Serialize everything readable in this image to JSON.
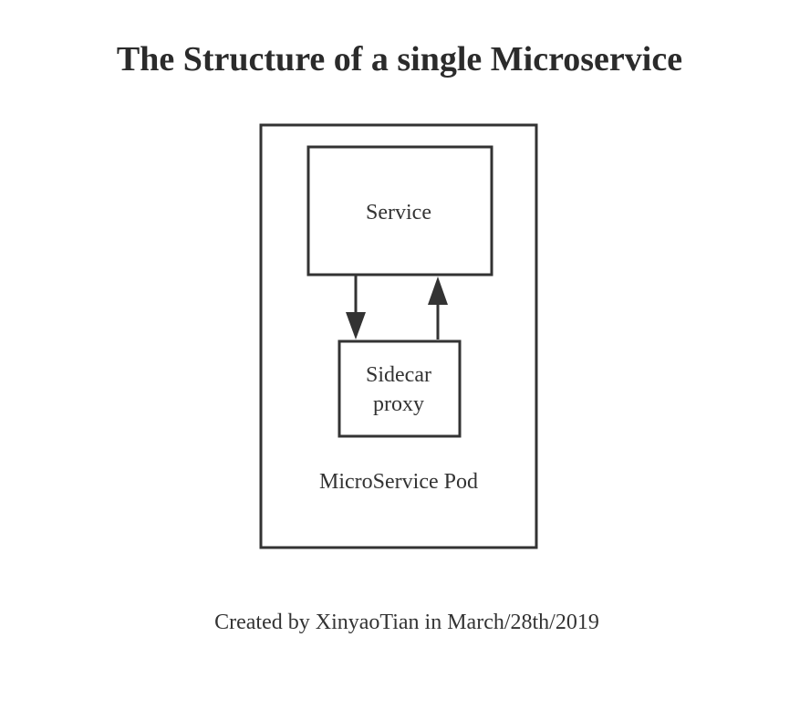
{
  "title": "The Structure of a single Microservice",
  "diagram": {
    "service_label": "Service",
    "sidecar_label_line1": "Sidecar",
    "sidecar_label_line2": "proxy",
    "pod_label": "MicroService Pod"
  },
  "caption": "Created by XinyaoTian in March/28th/2019",
  "colors": {
    "stroke": "#333333",
    "background": "#ffffff"
  }
}
